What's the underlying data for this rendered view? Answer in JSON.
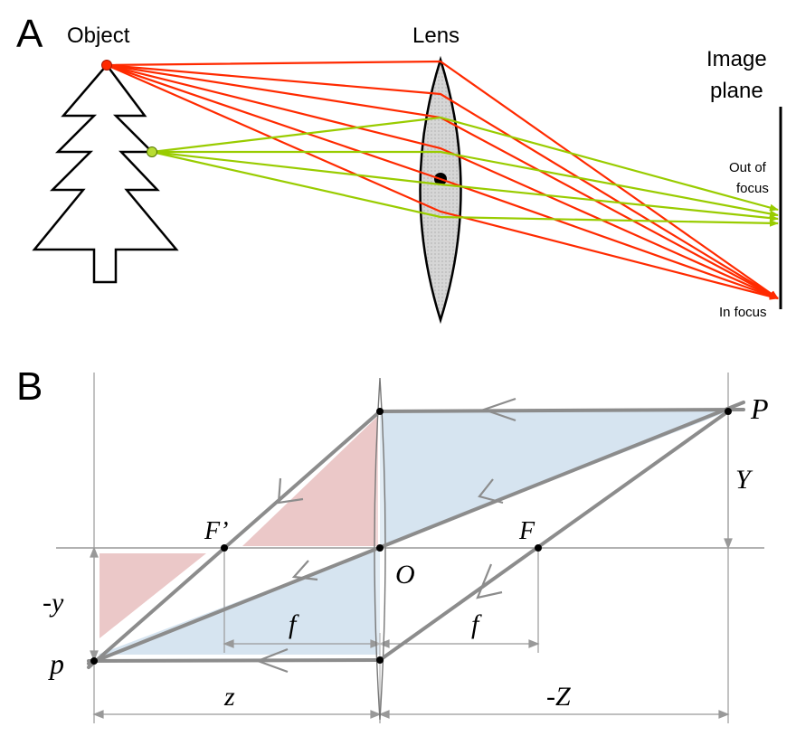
{
  "panel_a": {
    "panel_label": "A",
    "object_label": "Object",
    "lens_label": "Lens",
    "image_plane_label_line1": "Image",
    "image_plane_label_line2": "plane",
    "out_of_focus_line1": "Out of",
    "out_of_focus_line2": "focus",
    "in_focus_label": "In focus",
    "colors": {
      "in_focus_rays": "#ff2a00",
      "out_of_focus_rays": "#99cc00",
      "lens_fill": "#d0d0d0",
      "outline": "#000000"
    }
  },
  "panel_b": {
    "panel_label": "B",
    "label_P": "P",
    "label_Y": "Y",
    "label_F_prime": "F’",
    "label_F": "F",
    "label_O": "O",
    "label_neg_y": "-y",
    "label_f_left": "f",
    "label_f_right": "f",
    "label_p": "p",
    "label_z": "z",
    "label_neg_Z": "-Z",
    "colors": {
      "rays": "#8c8c8c",
      "blue_triangles": "#d6e4f0",
      "red_triangles": "#ebc8c8",
      "construction_lines": "#999999"
    }
  }
}
